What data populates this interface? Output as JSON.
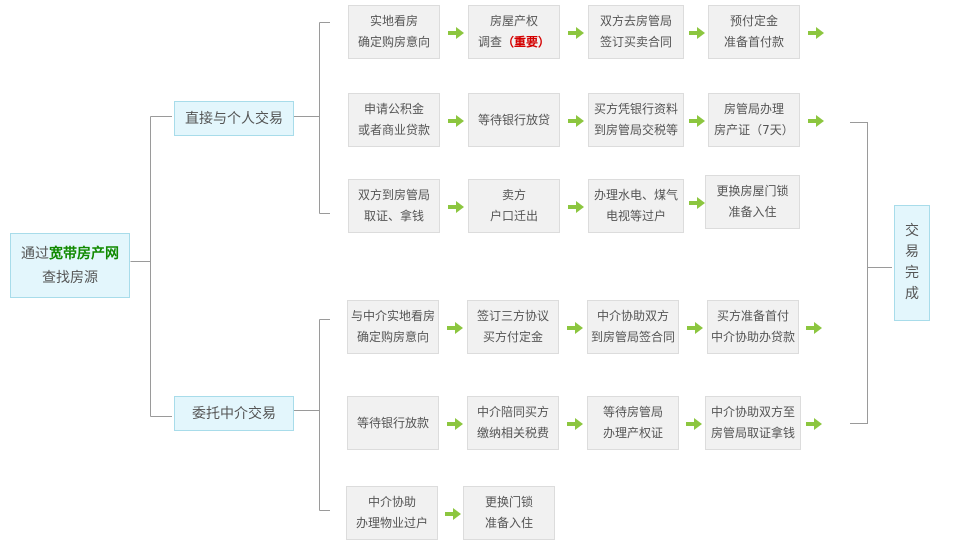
{
  "start": {
    "prefix": "通过",
    "brand": "宽带房产网",
    "line2": "查找房源"
  },
  "branch_direct": "直接与个人交易",
  "branch_agent": "委托中介交易",
  "end_box": "交易完成",
  "direct_rows": [
    [
      {
        "l1": "实地看房",
        "l2": "确定购房意向"
      },
      {
        "l1": "房屋产权",
        "l2a": "调查",
        "l2b": "（重要）"
      },
      {
        "l1": "双方去房管局",
        "l2": "签订买卖合同"
      },
      {
        "l1": "预付定金",
        "l2": "准备首付款"
      }
    ],
    [
      {
        "l1": "申请公积金",
        "l2": "或者商业贷款"
      },
      {
        "l1": "等待银行放贷"
      },
      {
        "l1": "买方凭银行资料",
        "l2": "到房管局交税等"
      },
      {
        "l1": "房管局办理",
        "l2": "房产证（7天）"
      }
    ],
    [
      {
        "l1": "双方到房管局",
        "l2": "取证、拿钱"
      },
      {
        "l1": "卖方",
        "l2": "户口迁出"
      },
      {
        "l1": "办理水电、煤气",
        "l2": "电视等过户"
      },
      {
        "l1": "更换房屋门锁",
        "l2": "准备入住"
      }
    ]
  ],
  "agent_rows": [
    [
      {
        "l1": "与中介实地看房",
        "l2": "确定购房意向"
      },
      {
        "l1": "签订三方协议",
        "l2": "买方付定金"
      },
      {
        "l1": "中介协助双方",
        "l2": "到房管局签合同"
      },
      {
        "l1": "买方准备首付",
        "l2": "中介协助办贷款"
      }
    ],
    [
      {
        "l1": "等待银行放款"
      },
      {
        "l1": "中介陪同买方",
        "l2": "缴纳相关税费"
      },
      {
        "l1": "等待房管局",
        "l2": "办理产权证"
      },
      {
        "l1": "中介协助双方至",
        "l2": "房管局取证拿钱"
      }
    ],
    [
      {
        "l1": "中介协助",
        "l2": "办理物业过户"
      },
      {
        "l1": "更换门锁",
        "l2": "准备入住"
      }
    ]
  ],
  "colors": {
    "arrow": "#8cc63f",
    "connector": "#9a9a9a",
    "box_bg": "#f1f1f1",
    "blue_bg": "#e3f6fc",
    "brand": "#118a00",
    "highlight": "#d40000"
  }
}
